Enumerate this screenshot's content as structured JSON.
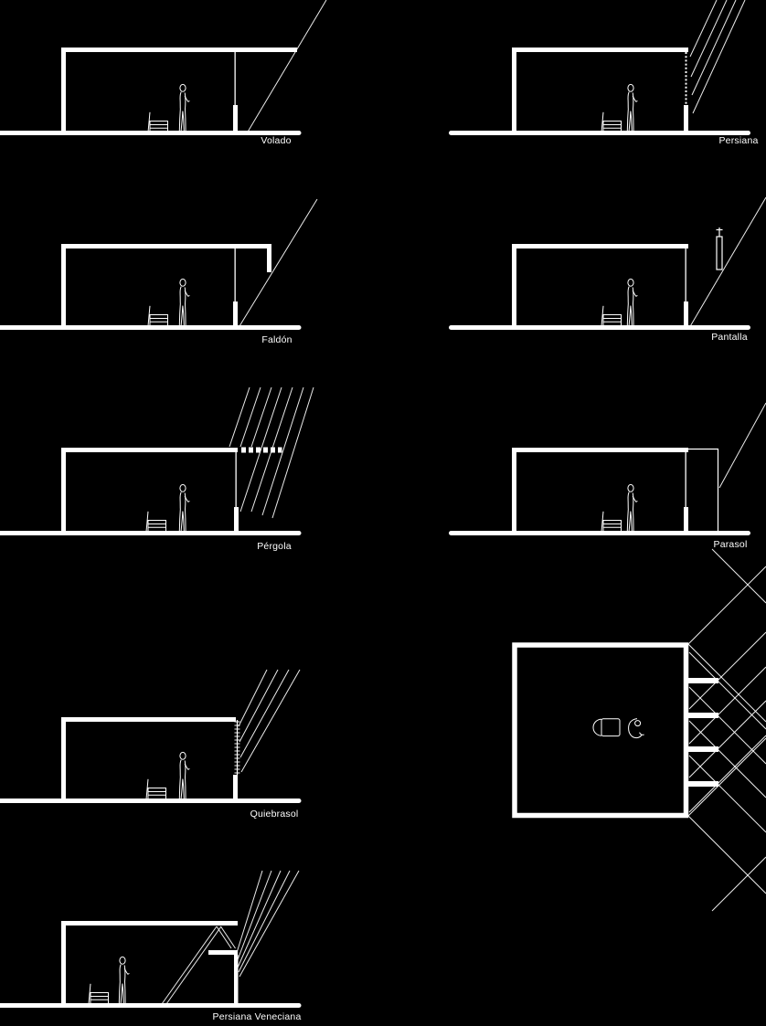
{
  "canvas": {
    "background_color": "#000000",
    "line_color": "#ffffff",
    "description_labels_visible": 8
  },
  "diagrams": {
    "volado": {
      "label": "Volado"
    },
    "persiana": {
      "label": "Persiana"
    },
    "faldon": {
      "label": "Faldón"
    },
    "pantalla": {
      "label": "Pantalla"
    },
    "pergola": {
      "label": "Pérgola"
    },
    "parasol": {
      "label": "Parasol"
    },
    "quiebrasol": {
      "label": "Quiebrasol"
    },
    "persiana_veneciana": {
      "label": "Persiana Veneciana"
    }
  }
}
